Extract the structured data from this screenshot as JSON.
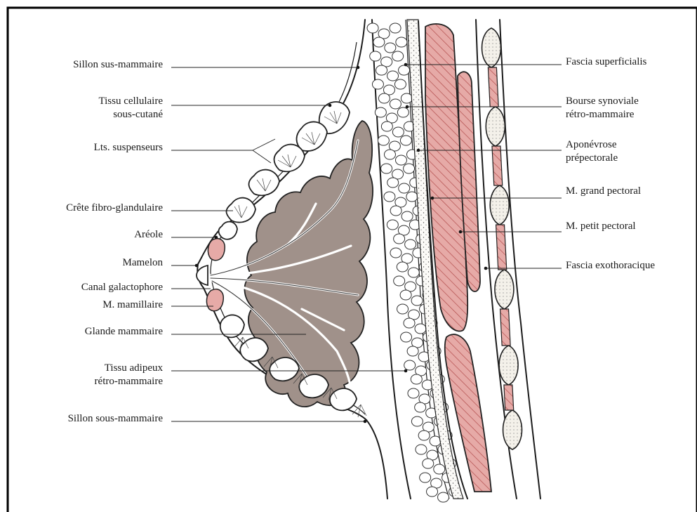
{
  "labels_left": [
    {
      "id": "sillon-sus",
      "lines": [
        "Sillon sus-mammaire"
      ]
    },
    {
      "id": "tissu-cell",
      "lines": [
        "Tissu cellulaire",
        "sous-cutané"
      ]
    },
    {
      "id": "lts-susp",
      "lines": [
        "Lts. suspenseurs"
      ]
    },
    {
      "id": "crete",
      "lines": [
        "Crête fibro-glandulaire"
      ]
    },
    {
      "id": "areole",
      "lines": [
        "Aréole"
      ]
    },
    {
      "id": "mamelon",
      "lines": [
        "Mamelon"
      ]
    },
    {
      "id": "canal",
      "lines": [
        "Canal galactophore"
      ]
    },
    {
      "id": "m-mamillaire",
      "lines": [
        "M. mamillaire"
      ]
    },
    {
      "id": "glande",
      "lines": [
        "Glande mammaire"
      ]
    },
    {
      "id": "tissu-adip",
      "lines": [
        "Tissu adipeux",
        "rétro-mammaire"
      ]
    },
    {
      "id": "sillon-sous",
      "lines": [
        "Sillon sous-mammaire"
      ]
    }
  ],
  "labels_right": [
    {
      "id": "fascia-sup",
      "lines": [
        "Fascia superficialis"
      ]
    },
    {
      "id": "bourse",
      "lines": [
        "Bourse synoviale",
        "rétro-mammaire"
      ]
    },
    {
      "id": "aponevrose",
      "lines": [
        "Aponévrose",
        "prépectorale"
      ]
    },
    {
      "id": "grand-pect",
      "lines": [
        "M. grand pectoral"
      ]
    },
    {
      "id": "petit-pect",
      "lines": [
        "M. petit pectoral"
      ]
    },
    {
      "id": "fascia-exo",
      "lines": [
        "Fascia exothoracique"
      ]
    }
  ],
  "colors": {
    "gland": "#a0918a",
    "muscle": "#e6aaa7",
    "muscle_hatch": "#b34d4d",
    "bone": "#f4f1ea",
    "ink": "#1c1c1c",
    "frame": "#000000"
  }
}
